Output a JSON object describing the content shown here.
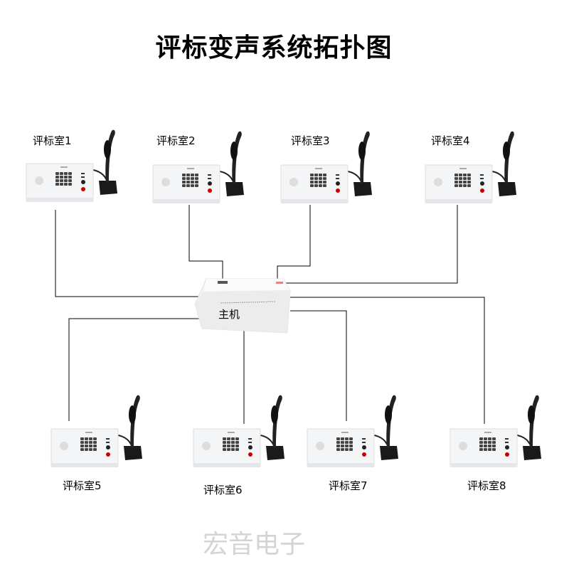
{
  "title": "评标变声系统拓扑图",
  "host": {
    "label": "主机"
  },
  "terminals": [
    {
      "label": "评标室1"
    },
    {
      "label": "评标室2"
    },
    {
      "label": "评标室3"
    },
    {
      "label": "评标室4"
    },
    {
      "label": "评标室5"
    },
    {
      "label": "评标室6"
    },
    {
      "label": "评标室7"
    },
    {
      "label": "评标室8"
    }
  ],
  "watermark": "宏音电子"
}
